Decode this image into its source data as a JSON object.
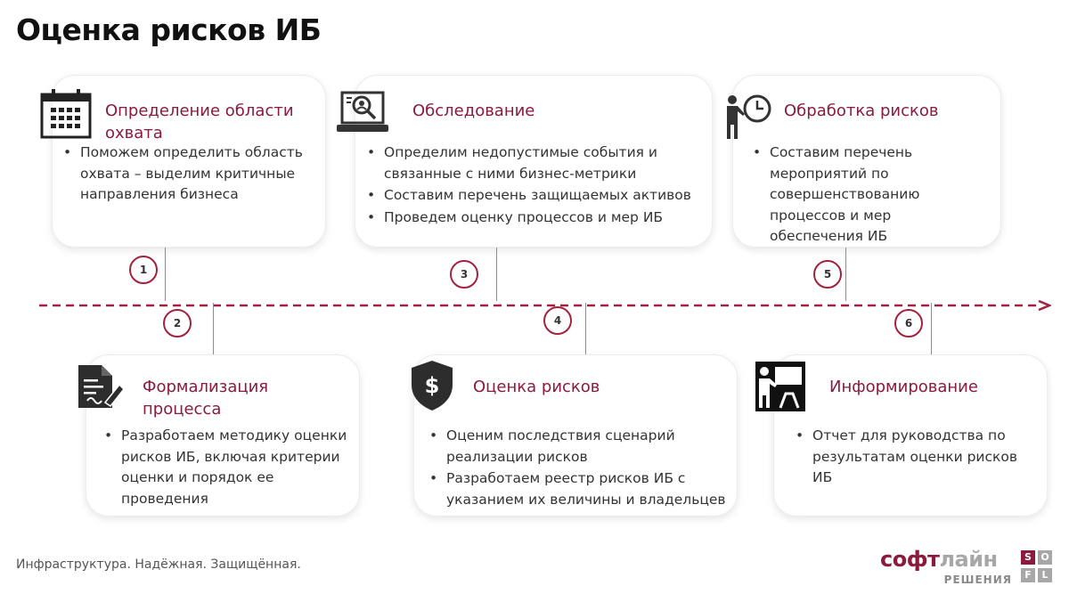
{
  "page": {
    "title": "Оценка рисков ИБ"
  },
  "cards": [
    {
      "head": "Определение области охвата",
      "items": [
        "Поможем определить область охвата – выделим критичные направления бизнеса"
      ]
    },
    {
      "head": "Формализация процесса",
      "items": [
        "Разработаем методику оценки рисков ИБ, включая критерии оценки и порядок ее проведения"
      ]
    },
    {
      "head": "Обследование",
      "items": [
        "Определим недопустимые события и связанные с ними бизнес-метрики",
        "Составим перечень защищаемых активов",
        "Проведем оценку процессов и мер ИБ"
      ]
    },
    {
      "head": "Оценка рисков",
      "items": [
        "Оценим последствия сценарий реализации рисков",
        "Разработаем реестр рисков ИБ с указанием их величины и владельцев"
      ]
    },
    {
      "head": "Обработка рисков",
      "items": [
        "Составим перечень мероприятий по совершенствованию процессов и мер обеспечения ИБ"
      ]
    },
    {
      "head": "Информирование",
      "items": [
        "Отчет для руководства по результатам оценки рисков ИБ"
      ]
    }
  ],
  "steps": [
    "1",
    "2",
    "3",
    "4",
    "5",
    "6"
  ],
  "icons": [
    "calendar-icon",
    "document-sign-icon",
    "laptop-search-icon",
    "shield-dollar-icon",
    "presenter-clock-icon",
    "presentation-board-icon"
  ],
  "footer": {
    "tagline": "Инфраструктура. Надёжная. Защищённая."
  },
  "logo": {
    "part1": "софт",
    "part2": "лайн",
    "sub": "РЕШЕНИЯ",
    "letters": [
      "S",
      "O",
      "F",
      "L"
    ]
  },
  "colors": {
    "accent": "#8b1a3d",
    "step_ring": "#a3213f",
    "logo_s": "#8b1a3d",
    "logo_o": "#a7a7a7",
    "logo_f": "#a7a7a7",
    "logo_l": "#a7a7a7"
  }
}
